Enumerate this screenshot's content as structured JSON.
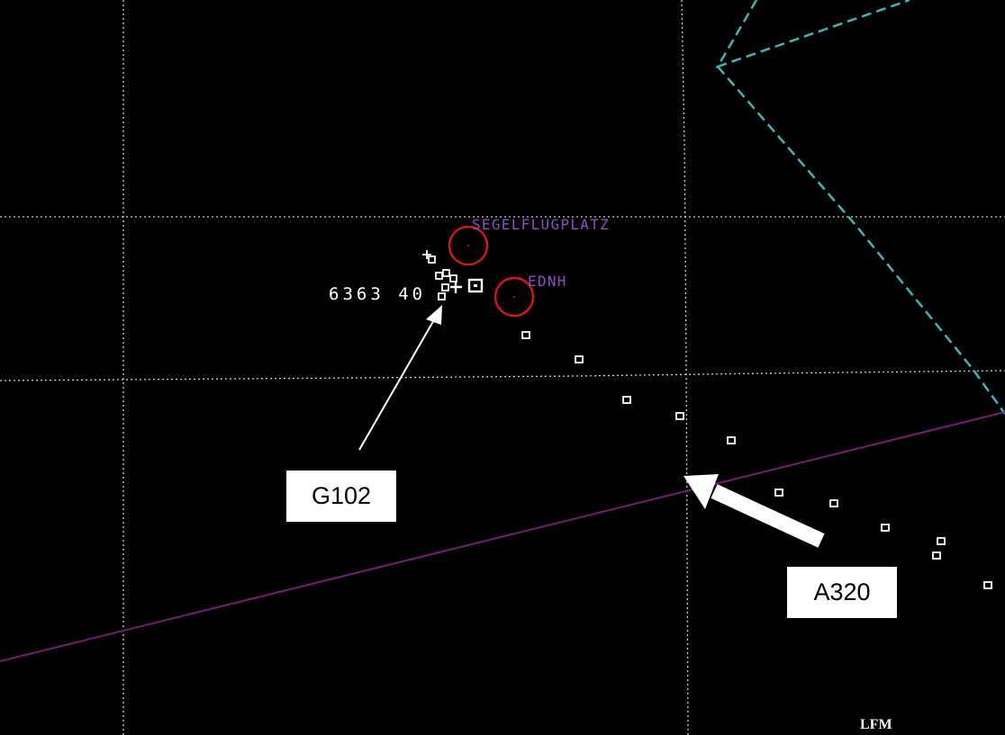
{
  "colors": {
    "background": "#000000",
    "grid": "#cfcfcf",
    "airspace_boundary": "#3fb6b6",
    "route_line": "#7a1a7a",
    "airfield_label": "#8a4fc0",
    "airfield_symbol": "#d01818",
    "targets": "#ffffff"
  },
  "airfields": [
    {
      "label": "SEGELFLUGPLATZ",
      "symbol": "red-circle"
    },
    {
      "label": "EDNH",
      "symbol": "red-circle"
    }
  ],
  "track_label": {
    "text": "6363 40"
  },
  "annotations": {
    "glider": {
      "label": "G102"
    },
    "airliner": {
      "label": "A320"
    }
  },
  "credit": "LFM"
}
